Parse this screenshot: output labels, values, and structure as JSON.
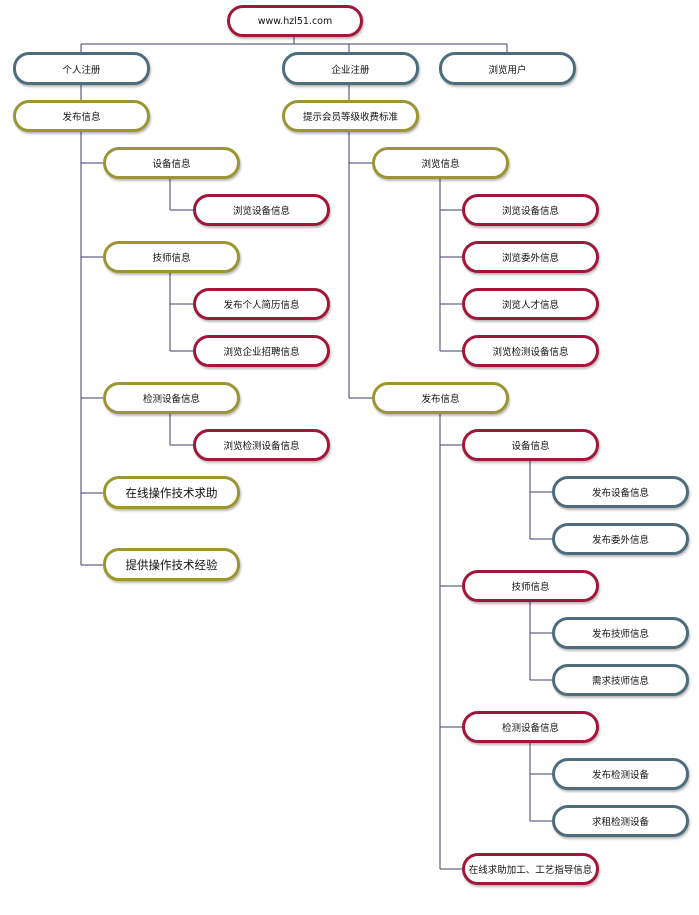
{
  "colors": {
    "red": "#a0173a",
    "olive": "#9b9632",
    "slate": "#4d6d7d",
    "connector": "#3d3d6b"
  },
  "root": {
    "label": "www.hzl51.com"
  },
  "top": {
    "personal_register": "个人注册",
    "enterprise_register": "企业注册",
    "browse_user": "浏览用户"
  },
  "personal": {
    "publish": "发布信息",
    "equipment": "设备信息",
    "browse_equipment": "浏览设备信息",
    "technician": "技师信息",
    "publish_resume": "发布个人简历信息",
    "browse_recruit": "浏览企业招聘信息",
    "inspection": "检测设备信息",
    "browse_inspection": "浏览检测设备信息",
    "online_help": "在线操作技术求助",
    "provide_experience": "提供操作技术经验"
  },
  "enterprise": {
    "fee_standard": "提示会员等级收费标准",
    "browse": "浏览信息",
    "browse_equipment": "浏览设备信息",
    "browse_outsource": "浏览委外信息",
    "browse_talent": "浏览人才信息",
    "browse_inspection": "浏览检测设备信息",
    "publish": "发布信息",
    "equipment": "设备信息",
    "publish_equipment": "发布设备信息",
    "publish_outsource": "发布委外信息",
    "technician": "技师信息",
    "publish_technician": "发布技师信息",
    "need_technician": "需求技师信息",
    "inspection": "检测设备信息",
    "publish_inspection": "发布检测设备",
    "rent_inspection": "求租检测设备",
    "online_help": "在线求助加工、工艺指导信息"
  }
}
